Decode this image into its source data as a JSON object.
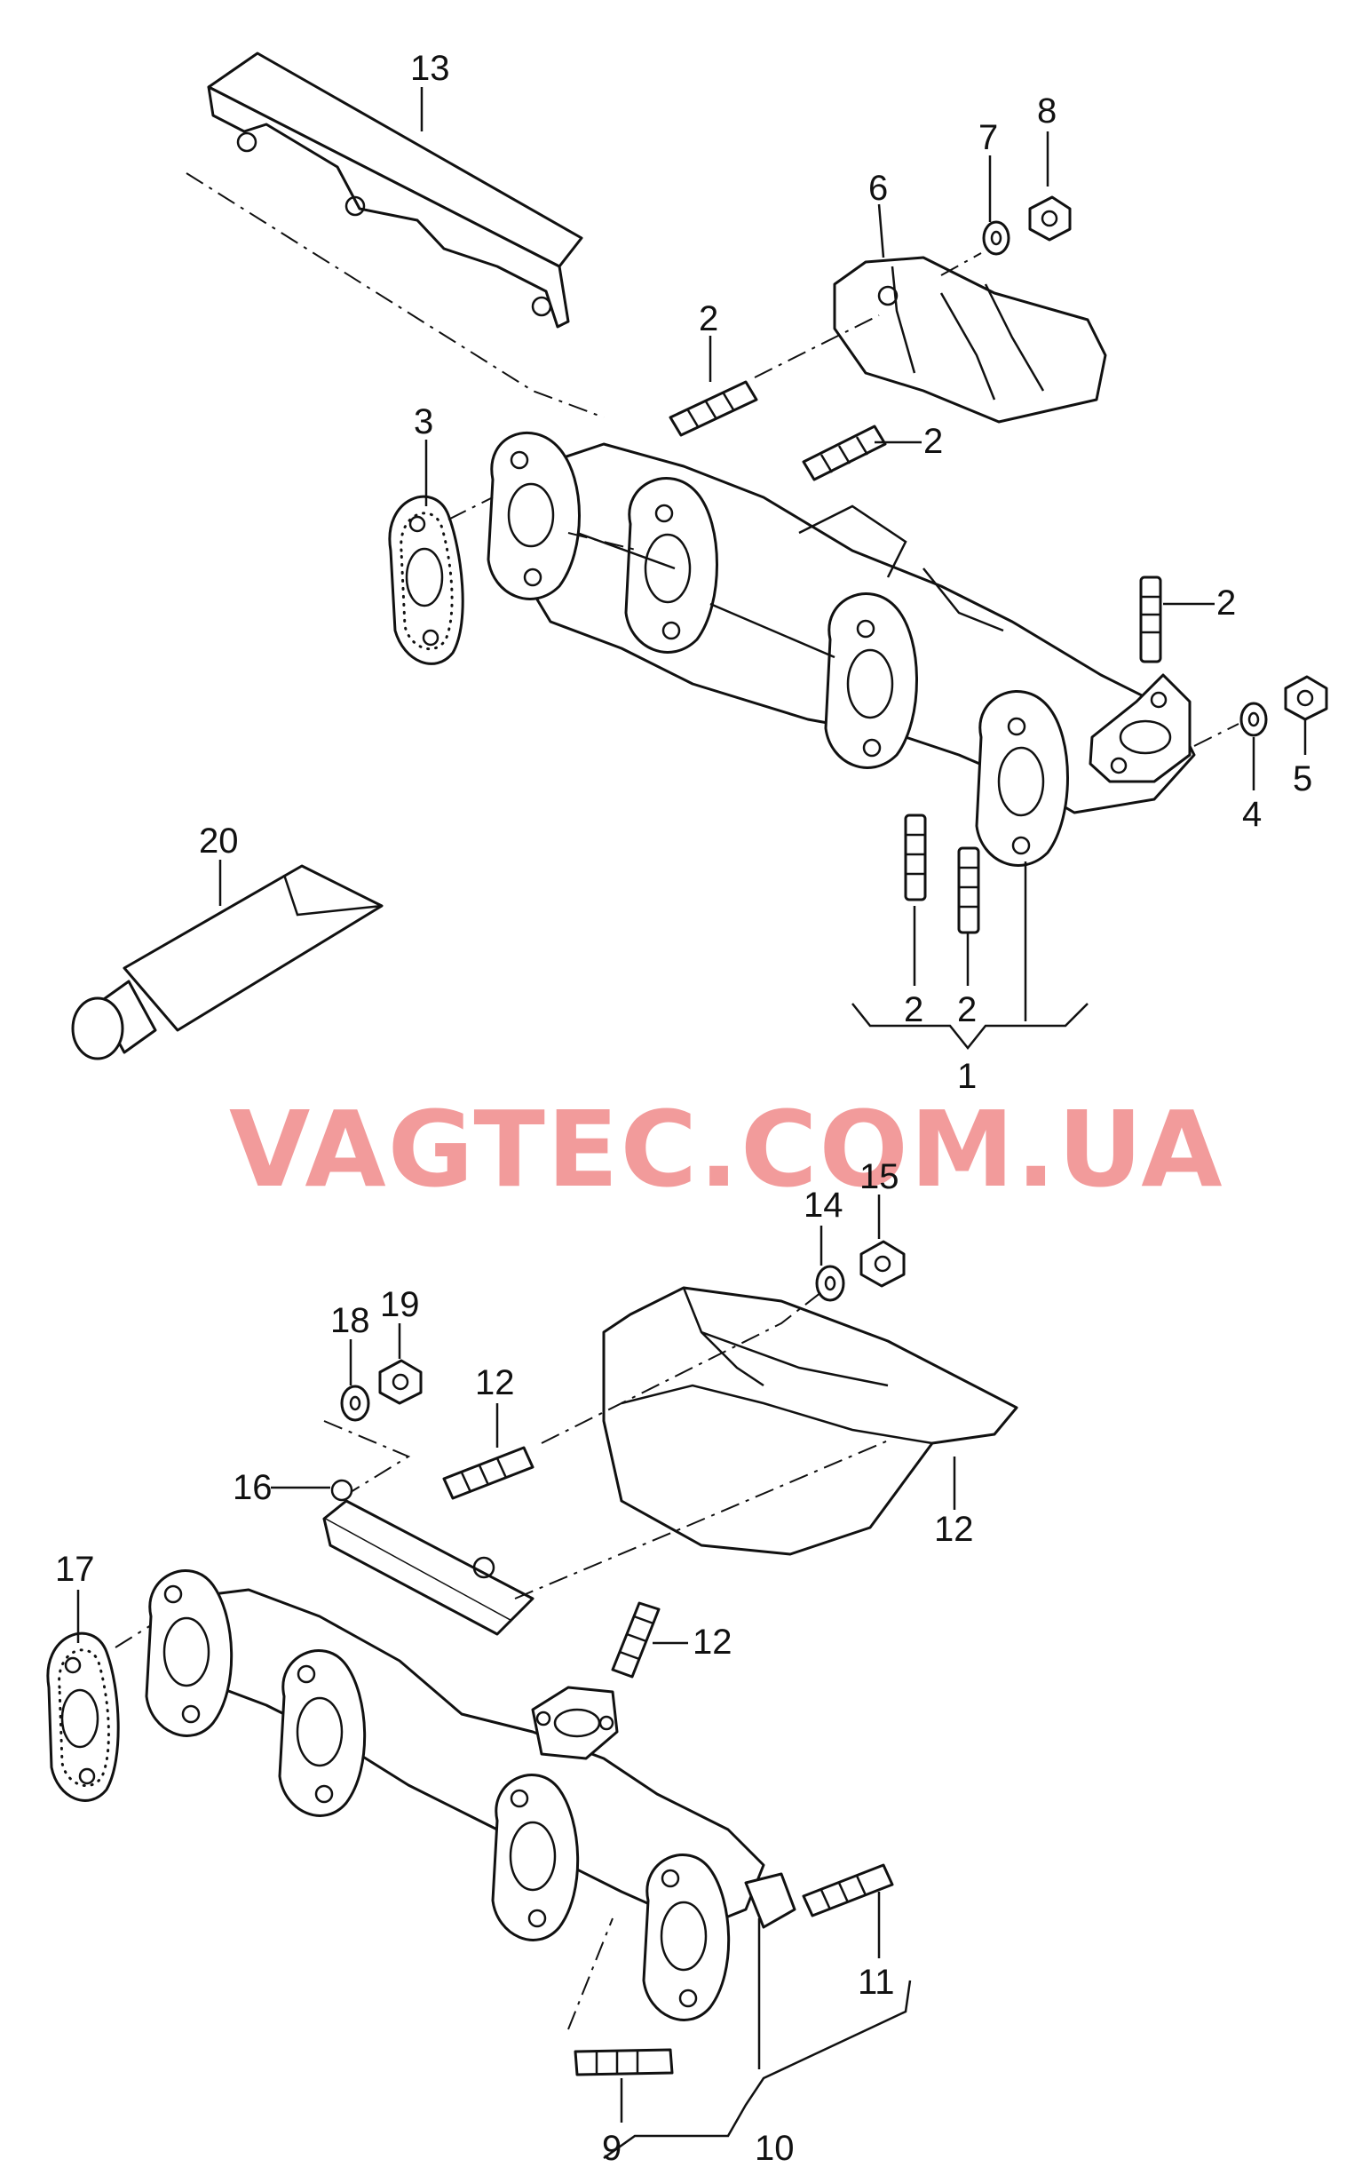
{
  "watermark": "VAGTEC.COM.UA",
  "watermark_color": "#f08a8a",
  "callouts": [
    {
      "id": "c1",
      "text": "1"
    },
    {
      "id": "c2a",
      "text": "2"
    },
    {
      "id": "c2b",
      "text": "2"
    },
    {
      "id": "c2c",
      "text": "2"
    },
    {
      "id": "c2d",
      "text": "2"
    },
    {
      "id": "c2e",
      "text": "2"
    },
    {
      "id": "c3",
      "text": "3"
    },
    {
      "id": "c4",
      "text": "4"
    },
    {
      "id": "c5",
      "text": "5"
    },
    {
      "id": "c6",
      "text": "6"
    },
    {
      "id": "c7",
      "text": "7"
    },
    {
      "id": "c8",
      "text": "8"
    },
    {
      "id": "c9",
      "text": "9"
    },
    {
      "id": "c10",
      "text": "10"
    },
    {
      "id": "c11",
      "text": "11"
    },
    {
      "id": "c12a",
      "text": "12"
    },
    {
      "id": "c12b",
      "text": "12"
    },
    {
      "id": "c12c",
      "text": "12"
    },
    {
      "id": "c13",
      "text": "13"
    },
    {
      "id": "c14",
      "text": "14"
    },
    {
      "id": "c15",
      "text": "15"
    },
    {
      "id": "c16",
      "text": "16"
    },
    {
      "id": "c17",
      "text": "17"
    },
    {
      "id": "c18",
      "text": "18"
    },
    {
      "id": "c19",
      "text": "19"
    },
    {
      "id": "c20",
      "text": "20"
    }
  ]
}
